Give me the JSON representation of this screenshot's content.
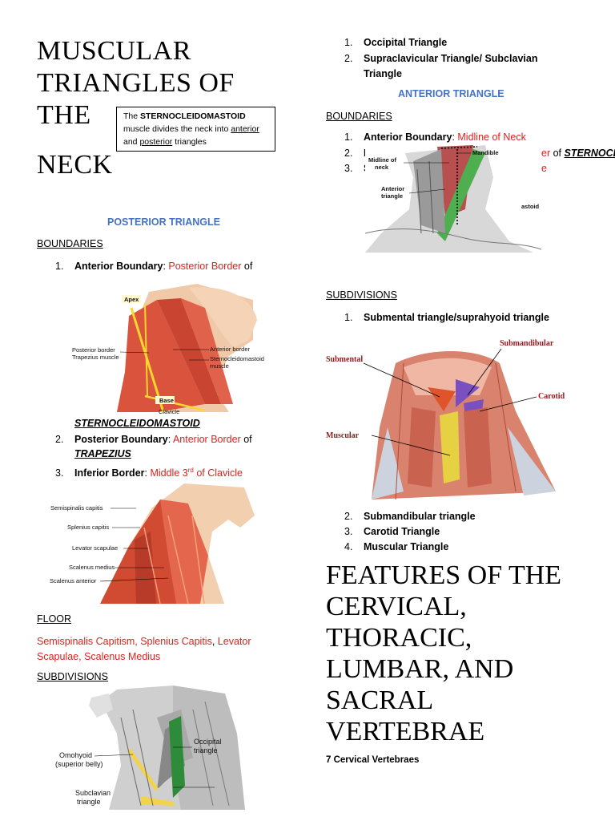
{
  "left": {
    "title_lines": [
      "MUSCULAR",
      "TRIANGLES OF",
      "THE",
      "NECK"
    ],
    "callout": {
      "pre": "The ",
      "muscle": "STERNOCLEIDOMASTOID",
      "mid": " muscle divides the neck into ",
      "anterior": "anterior",
      "and": " and ",
      "posterior": "posterior",
      "post": " triangles"
    },
    "posterior_heading": "POSTERIOR TRIANGLE",
    "boundaries_heading": "BOUNDARIES",
    "b1": {
      "num": "1.",
      "label": "Anterior Boundary",
      "colon": ": ",
      "value": "Posterior Border",
      "of": " of"
    },
    "fig1": {
      "apex": "Apex",
      "posterior_border": "Posterior border",
      "trapezius": "Trapezius muscle",
      "anterior_border": "Anterior border",
      "scm": "Sternocleidomastoid",
      "muscle": "muscle",
      "base": "Base",
      "clavicle": "Clavicle"
    },
    "scm_word": "STERNOCLEIDOMASTOID",
    "b2": {
      "num": "2.",
      "label": "Posterior Boundary",
      "colon": ": ",
      "value": "Anterior Border",
      "of": " of",
      "muscle": "TRAPEZIUS"
    },
    "b3": {
      "num": "3.",
      "label": "Inferior Border",
      "colon": ": ",
      "value_a": "Middle 3",
      "sup": "rd",
      "value_b": " of Clavicle"
    },
    "fig2": {
      "l1": "Semispinalis capitis",
      "l2": "Splenius capitis",
      "l3": "Levator scapulae",
      "l4": "Scalenus medius",
      "l5": "Scalenus anterior"
    },
    "floor_heading": "FLOOR",
    "floor_text": {
      "a": "Semispinalis Capitism, Splenius Capitis",
      "comma": ", ",
      "b": "Levator Scapulae, Scalenus Medius"
    },
    "subdivisions_heading": "SUBDIVISIONS",
    "fig3": {
      "occipital": "Occipital",
      "triangle": "triangle",
      "omohyoid": "Omohyoid",
      "superior_belly": "(superior belly)",
      "subclavian": "Subclavian",
      "triangle2": "triangle"
    }
  },
  "right": {
    "top_list": [
      {
        "num": "1.",
        "text": "Occipital Triangle"
      },
      {
        "num": "2.",
        "text": "Supraclavicular Triangle/ Subclavian",
        "text2": "Triangle"
      }
    ],
    "anterior_heading": "ANTERIOR TRIANGLE",
    "boundaries_heading": "BOUNDARIES",
    "a1": {
      "num": "1.",
      "label": "Anterior Boundary",
      "colon": ": ",
      "value": "Midline of Neck"
    },
    "a2": {
      "num": "2.",
      "lead": "I",
      "value_tail": "er",
      "of": " of ",
      "muscle": "STERNOCL"
    },
    "a3": {
      "num": "3.",
      "lead": "S",
      "value_tail": "e"
    },
    "fig4": {
      "midline": "Midline of",
      "neck": "neck",
      "mandible": "Mandible",
      "anterior": "Anterior",
      "triangle": "triangle",
      "astoid": "astoid"
    },
    "subdivisions_heading": "SUBDIVISIONS",
    "sub1": {
      "num": "1.",
      "text": "Submental triangle/suprahyoid triangle"
    },
    "fig5": {
      "submandibular": "Submandibular",
      "submental": "Submental",
      "carotid": "Carotid",
      "muscular": "Muscular"
    },
    "sub_list": [
      {
        "num": "2.",
        "text": "Submandibular triangle"
      },
      {
        "num": "3.",
        "text": "Carotid Triangle"
      },
      {
        "num": "4.",
        "text": "Muscular Triangle"
      }
    ],
    "features_title_lines": [
      "FEATURES OF THE",
      "CERVICAL,",
      "THORACIC,",
      "LUMBAR, AND",
      "SACRAL",
      "VERTEBRAE"
    ],
    "cervical_note": "7 Cervical Vertebraes"
  },
  "colors": {
    "accent_blue": "#4472c4",
    "red": "#e02020"
  }
}
